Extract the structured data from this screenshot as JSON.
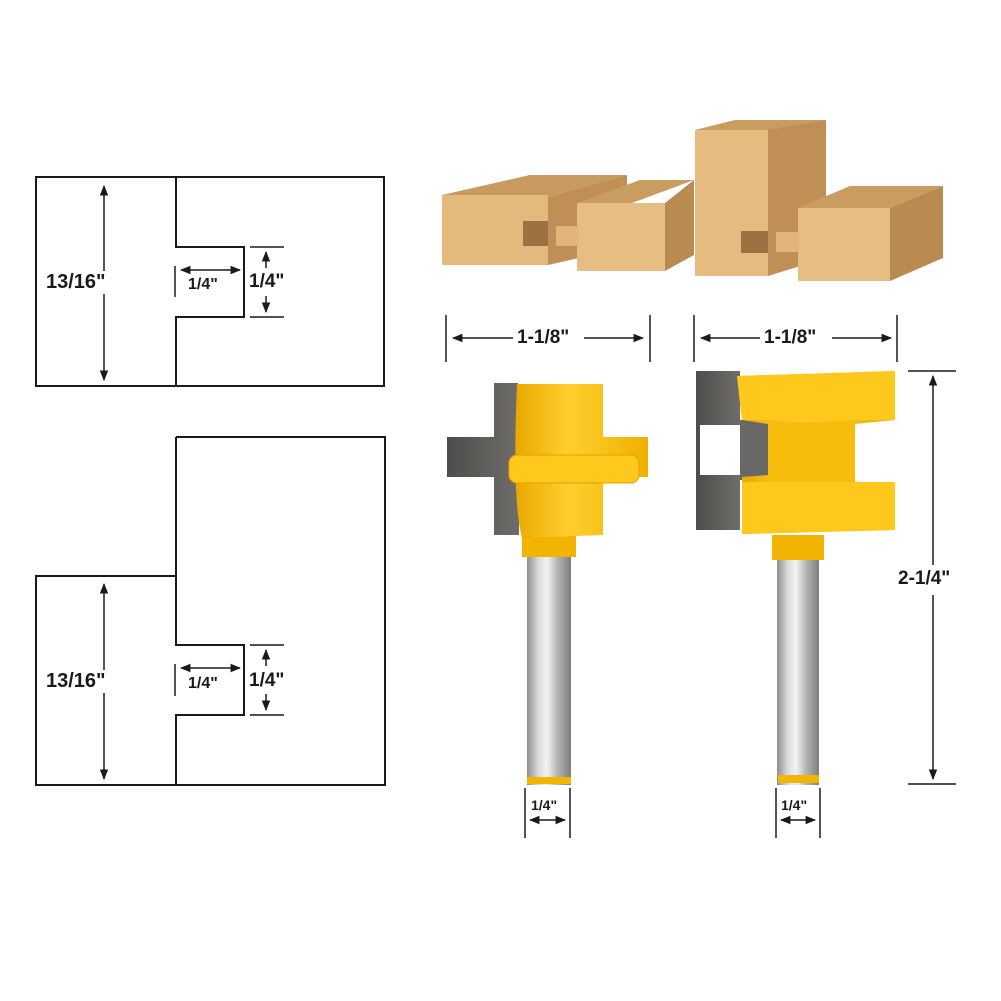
{
  "profile_top": {
    "height_label": "13/16\"",
    "groove_depth_label": "1/4\"",
    "groove_width_label": "1/4\""
  },
  "profile_bottom": {
    "height_label": "13/16\"",
    "tongue_depth_label": "1/4\"",
    "tongue_width_label": "1/4\""
  },
  "bit_left": {
    "cutting_diameter_label": "1-1/8\"",
    "shank_diameter_label": "1/4\""
  },
  "bit_right": {
    "cutting_diameter_label": "1-1/8\"",
    "shank_diameter_label": "1/4\"",
    "overall_length_label": "2-1/4\""
  },
  "colors": {
    "wood_face": "#e2b77a",
    "wood_top": "#cfa063",
    "wood_side": "#b98b50",
    "bit_yellow": "#f5b800",
    "bit_yellow_light": "#ffd23a",
    "carbide_gray": "#5f5e5c",
    "shank_gray": "#b8b8b8",
    "line": "#1a1a1a"
  }
}
